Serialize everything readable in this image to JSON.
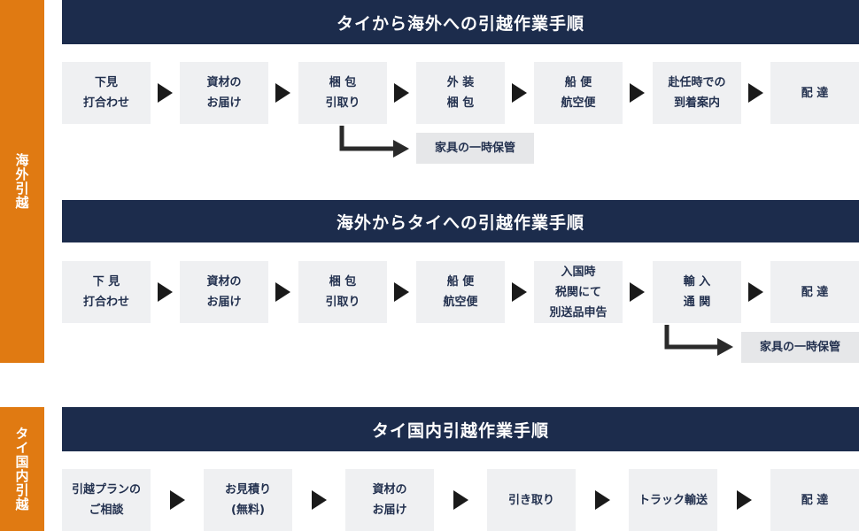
{
  "side_labels": {
    "overseas": "海外引越",
    "domestic": "タイ国内引越"
  },
  "sections": {
    "thai_to_overseas": {
      "title": "タイから海外への引越作業手順",
      "steps": [
        "下見\n打合わせ",
        "資材の\nお届け",
        "梱 包\n引取り",
        "外 装\n梱 包",
        "船 便\n航空便",
        "赴任時での\n到着案内",
        "配 達"
      ],
      "storage": "家具の一時保管"
    },
    "overseas_to_thai": {
      "title": "海外からタイへの引越作業手順",
      "steps": [
        "下 見\n打合わせ",
        "資材の\nお届け",
        "梱 包\n引取り",
        "船 便\n航空便",
        "入国時\n税関にて\n別送品申告",
        "輸 入\n通 関",
        "配 達"
      ],
      "storage": "家具の一時保管"
    },
    "domestic": {
      "title": "タイ国内引越作業手順",
      "steps": [
        "引越プランの\nご相談",
        "お見積り\n(無料)",
        "資材の\nお届け",
        "引き取り",
        "トラック輸送",
        "配 達"
      ]
    }
  },
  "colors": {
    "side_accent": "#e07a12",
    "header_bar": "#1c2c4c",
    "step_box": "#eff0f2",
    "step_text": "#23314f",
    "arrow": "#1a1a1a"
  }
}
